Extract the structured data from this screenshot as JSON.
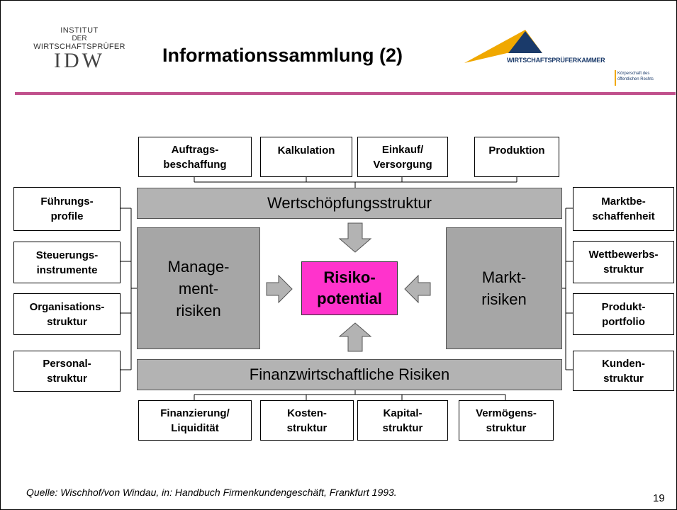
{
  "header": {
    "idw_line1": "INSTITUT",
    "idw_line2": "DER",
    "idw_line3": "WIRTSCHAFTSPRÜFER",
    "idw_logo": "IDW",
    "title": "Informationssammlung (2)",
    "wpk_name": "WIRTSCHAFTSPRÜFERKAMMER",
    "wpk_sub": "Körperschaft des\nöffentlichen Rechts",
    "accent_color": "#c0508c",
    "wpk_color": "#f0a800"
  },
  "diagram": {
    "top_boxes": [
      "Auftrags-\nbeschaffung",
      "Kalkulation",
      "Einkauf/\nVersorgung",
      "Produktion"
    ],
    "left_boxes": [
      "Führungs-\nprofile",
      "Steuerungs-\ninstrumente",
      "Organisations-\nstruktur",
      "Personal-\nstruktur"
    ],
    "right_boxes": [
      "Marktbe-\nschaffenheit",
      "Wettbewerbs-\nstruktur",
      "Produkt-\nportfolio",
      "Kunden-\nstruktur"
    ],
    "bottom_boxes": [
      "Finanzierung/\nLiquidität",
      "Kosten-\nstruktur",
      "Kapital-\nstruktur",
      "Vermögens-\nstruktur"
    ],
    "top_bar": "Wertschöpfungsstruktur",
    "bottom_bar": "Finanzwirtschaftliche Risiken",
    "left_block": "Manage-\nment-\nrisiken",
    "right_block": "Markt-\nrisiken",
    "center": "Risiko-\npotential",
    "center_color": "#ff33cc",
    "gray_color": "#a6a6a6"
  },
  "footer": {
    "source": "Quelle: Wischhof/von Windau, in: Handbuch Firmenkundengeschäft, Frankfurt 1993.",
    "page_number": "19"
  }
}
